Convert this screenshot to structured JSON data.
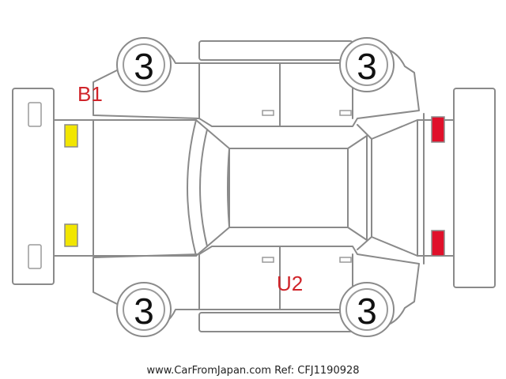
{
  "wheels": {
    "front_left": {
      "grade": "3"
    },
    "rear_left": {
      "grade": "3"
    },
    "front_right": {
      "grade": "3"
    },
    "rear_right": {
      "grade": "3"
    }
  },
  "damage_codes": {
    "hood_side": {
      "text": "B1",
      "color": "#d0242a"
    },
    "door_side": {
      "text": "U2",
      "color": "#d0242a"
    }
  },
  "lights": {
    "front_color": "#f2e600",
    "rear_color": "#e0102a"
  },
  "footer": {
    "text": "www.CarFromJapan.com Ref: CFJ1190928"
  }
}
